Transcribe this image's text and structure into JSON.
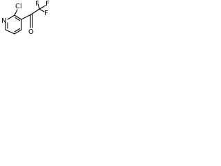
{
  "molecule": {
    "atoms": {
      "chlorine": "Cl",
      "nitrogen": "N",
      "oxygen": "O",
      "fluorine_1": "F",
      "fluorine_2": "F",
      "fluorine_3": "F"
    }
  }
}
